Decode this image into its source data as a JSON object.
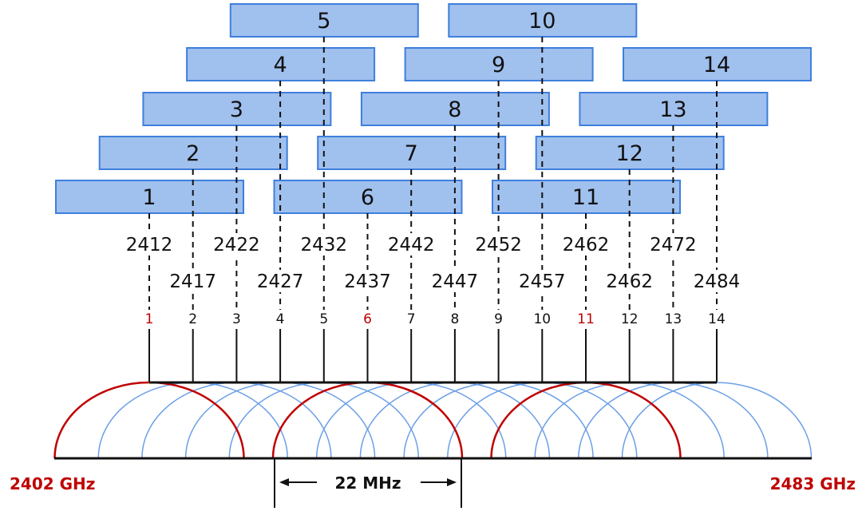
{
  "channels": [
    {
      "number": "1",
      "frequency": "2412",
      "highlight": true
    },
    {
      "number": "2",
      "frequency": "2417",
      "highlight": false
    },
    {
      "number": "3",
      "frequency": "2422",
      "highlight": false
    },
    {
      "number": "4",
      "frequency": "2427",
      "highlight": false
    },
    {
      "number": "5",
      "frequency": "2432",
      "highlight": false
    },
    {
      "number": "6",
      "frequency": "2437",
      "highlight": true
    },
    {
      "number": "7",
      "frequency": "2442",
      "highlight": false
    },
    {
      "number": "8",
      "frequency": "2447",
      "highlight": false
    },
    {
      "number": "9",
      "frequency": "2452",
      "highlight": false
    },
    {
      "number": "10",
      "frequency": "2457",
      "highlight": false
    },
    {
      "number": "11",
      "frequency": "2462",
      "highlight": true
    },
    {
      "number": "12",
      "frequency": "2462",
      "highlight": false
    },
    {
      "number": "13",
      "frequency": "2472",
      "highlight": false
    },
    {
      "number": "14",
      "frequency": "2484",
      "highlight": false
    }
  ],
  "band_start_label": "2402 GHz",
  "band_end_label": "2483 GHz",
  "bandwidth_label": "22 MHz",
  "colors": {
    "highlight": "#c00000",
    "arc": "#6a9fe6",
    "box_fill": "#a0c0ee",
    "box_border": "#3f7fdc"
  }
}
